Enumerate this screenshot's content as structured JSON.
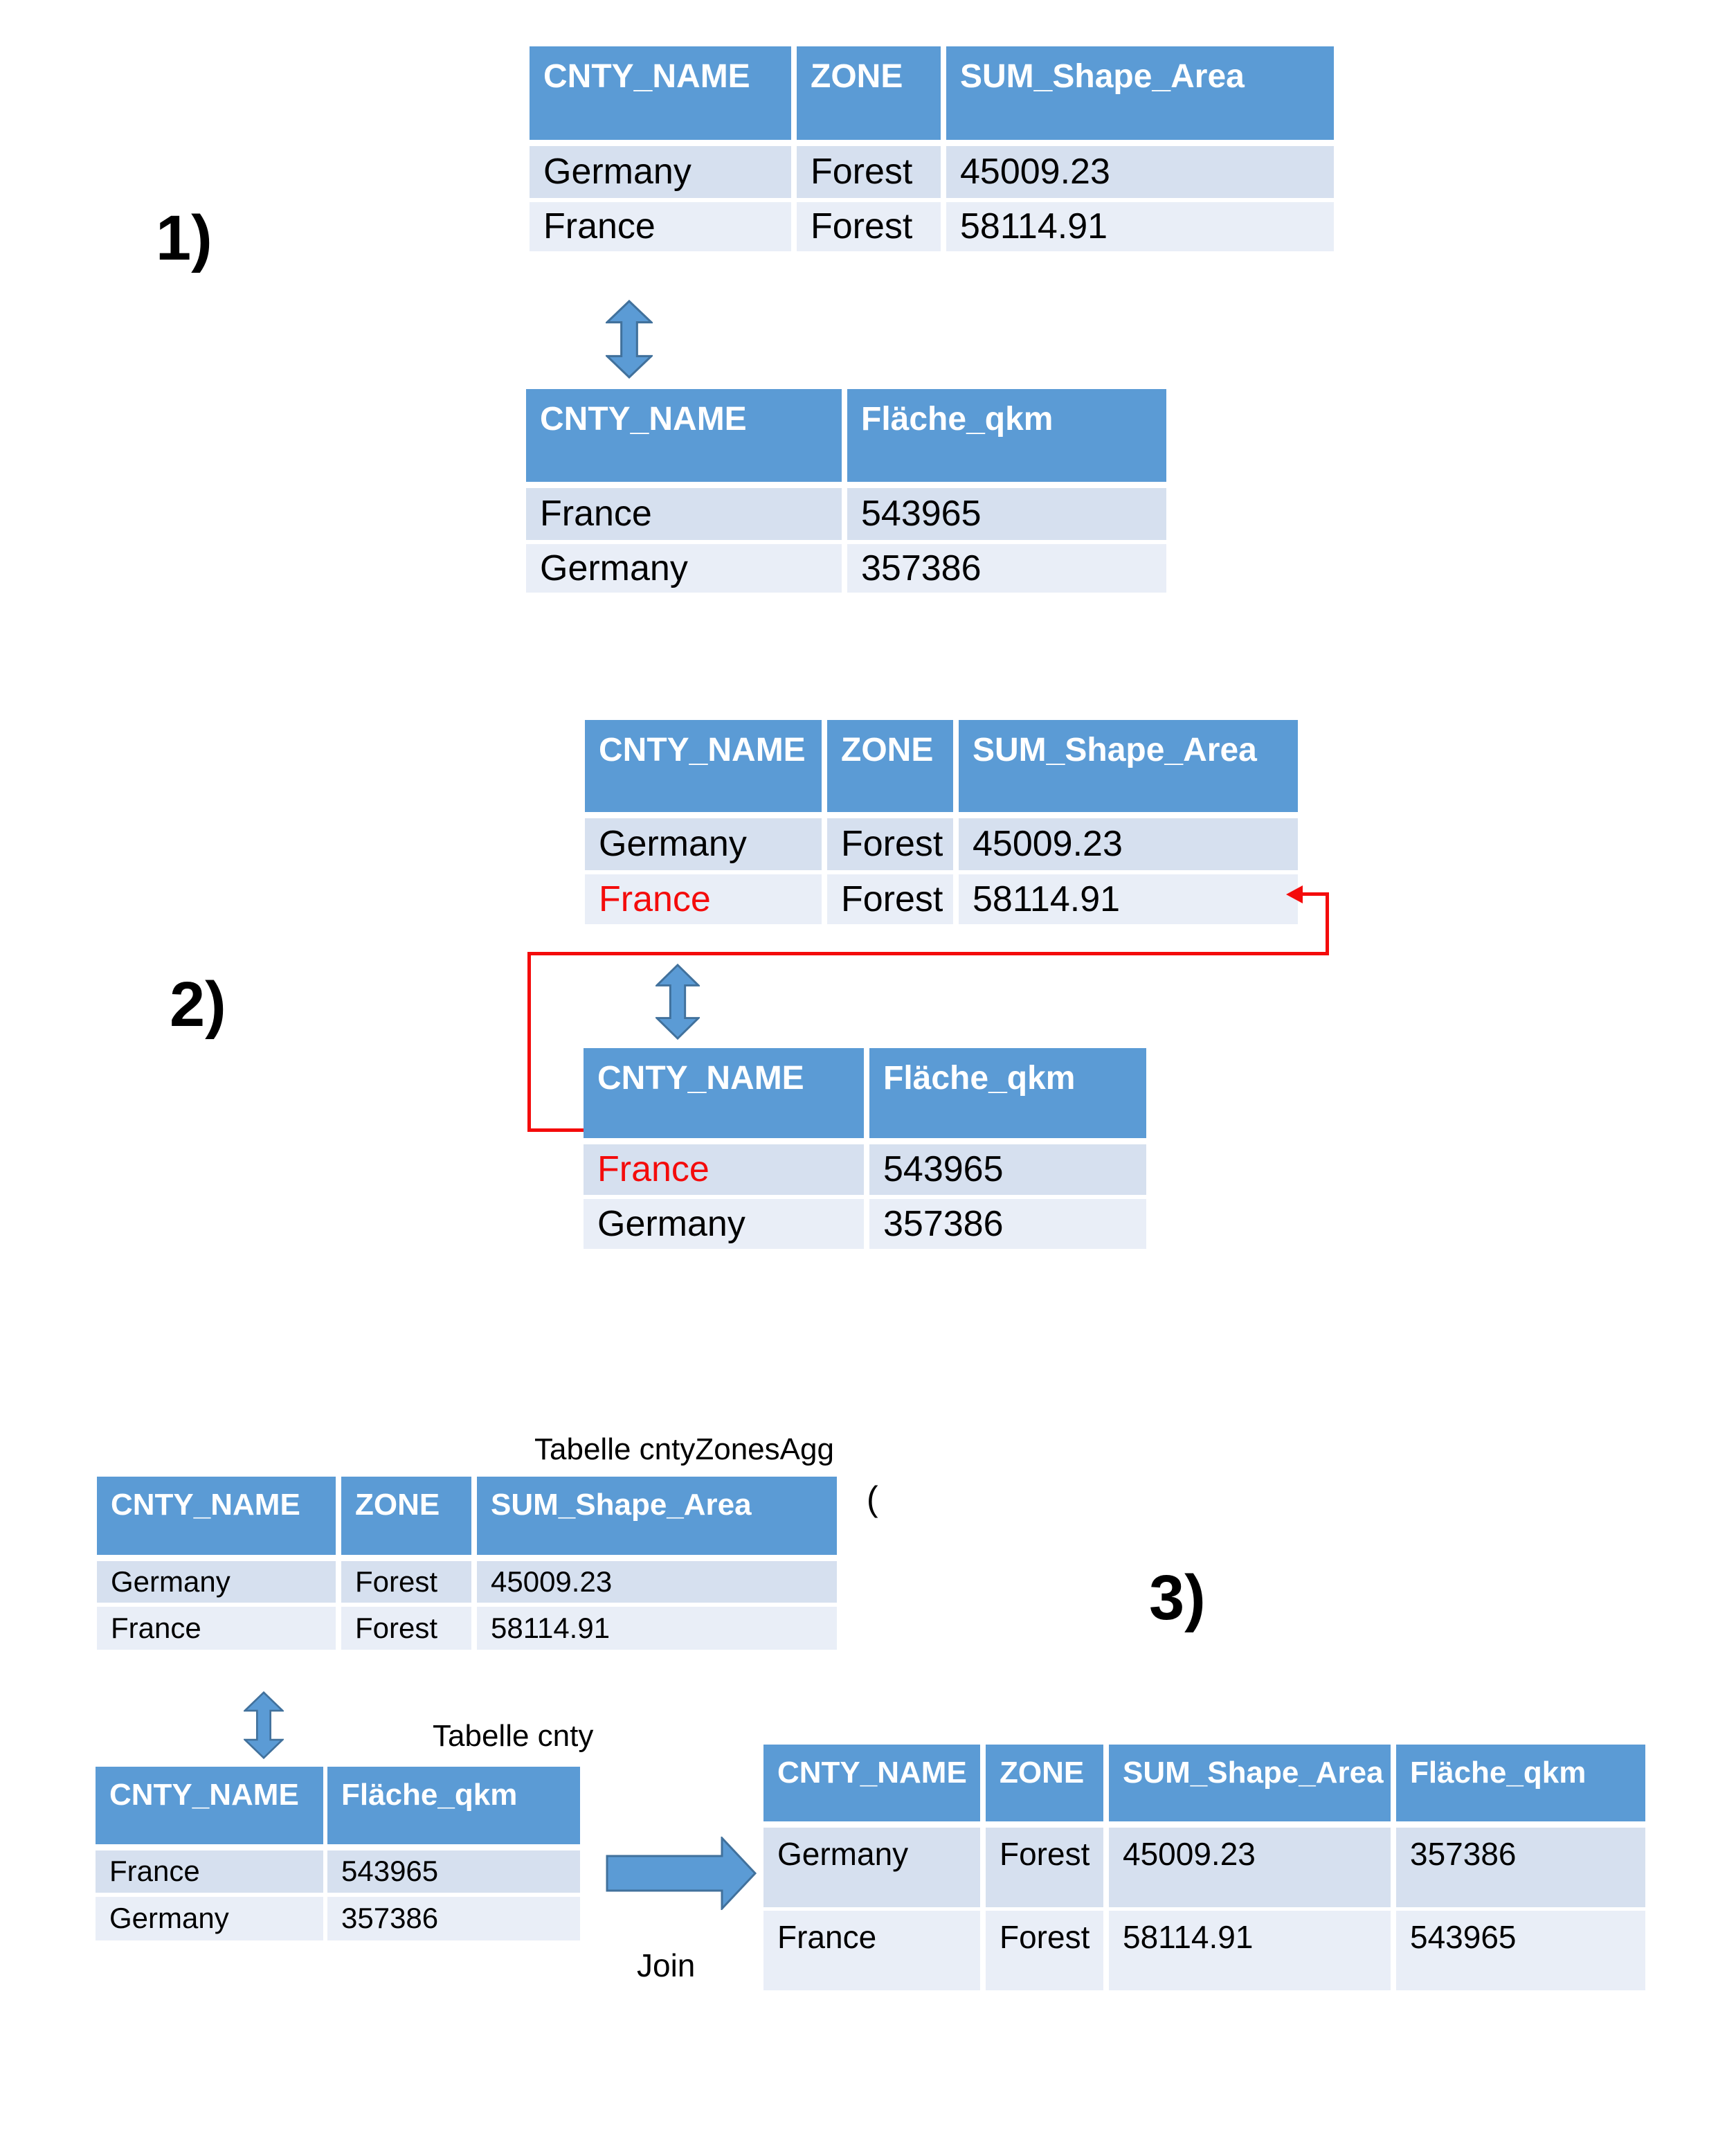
{
  "page": {
    "background": "#ffffff"
  },
  "colors": {
    "table_header_blue": "#5b9bd5",
    "row_shade_dark": "#d6e0ef",
    "row_shade_light": "#e9eef7",
    "arrow_fill": "#5b9bd5",
    "arrow_outline": "#41719c",
    "highlight_red": "#f40b0b",
    "text_black": "#000000"
  },
  "icons": {
    "vertical_double_arrow": "blue up-down block arrow",
    "join_arrow": "blue right block arrow",
    "red_reference_arrow": "red elbow connector with left arrowhead"
  },
  "sections": {
    "s1": {
      "label": "1)"
    },
    "s2": {
      "label": "2)"
    },
    "s3": {
      "label": "3)",
      "caption_zones": "Tabelle cntyZonesAgg",
      "caption_cnty": "Tabelle cnty",
      "join_label": "Join",
      "stray_mark": "("
    }
  },
  "tables": {
    "s1_zones": {
      "headers": [
        "CNTY_NAME",
        "ZONE",
        "SUM_Shape_Area"
      ],
      "rows": [
        [
          "Germany",
          "Forest",
          "45009.23"
        ],
        [
          "France",
          "Forest",
          "58114.91"
        ]
      ]
    },
    "s1_cnty": {
      "headers": [
        "CNTY_NAME",
        "Fläche_qkm"
      ],
      "rows": [
        [
          "France",
          "543965"
        ],
        [
          "Germany",
          "357386"
        ]
      ]
    },
    "s2_zones": {
      "headers": [
        "CNTY_NAME",
        "ZONE",
        "SUM_Shape_Area"
      ],
      "rows": [
        [
          "Germany",
          "Forest",
          "45009.23"
        ],
        [
          "France",
          "Forest",
          "58114.91"
        ]
      ],
      "highlighted_value": "France"
    },
    "s2_cnty": {
      "headers": [
        "CNTY_NAME",
        "Fläche_qkm"
      ],
      "rows": [
        [
          "France",
          "543965"
        ],
        [
          "Germany",
          "357386"
        ]
      ],
      "highlighted_value": "France"
    },
    "s3_zones_agg": {
      "headers": [
        "CNTY_NAME",
        "ZONE",
        "SUM_Shape_Area"
      ],
      "rows": [
        [
          "Germany",
          "Forest",
          "45009.23"
        ],
        [
          "France",
          "Forest",
          "58114.91"
        ]
      ]
    },
    "s3_cnty": {
      "headers": [
        "CNTY_NAME",
        "Fläche_qkm"
      ],
      "rows": [
        [
          "France",
          "543965"
        ],
        [
          "Germany",
          "357386"
        ]
      ]
    },
    "s3_joined": {
      "headers": [
        "CNTY_NAME",
        "ZONE",
        "SUM_Shape_Area",
        "Fläche_qkm"
      ],
      "rows": [
        [
          "Germany",
          "Forest",
          "45009.23",
          "357386"
        ],
        [
          "France",
          "Forest",
          "58114.91",
          "543965"
        ]
      ]
    }
  }
}
